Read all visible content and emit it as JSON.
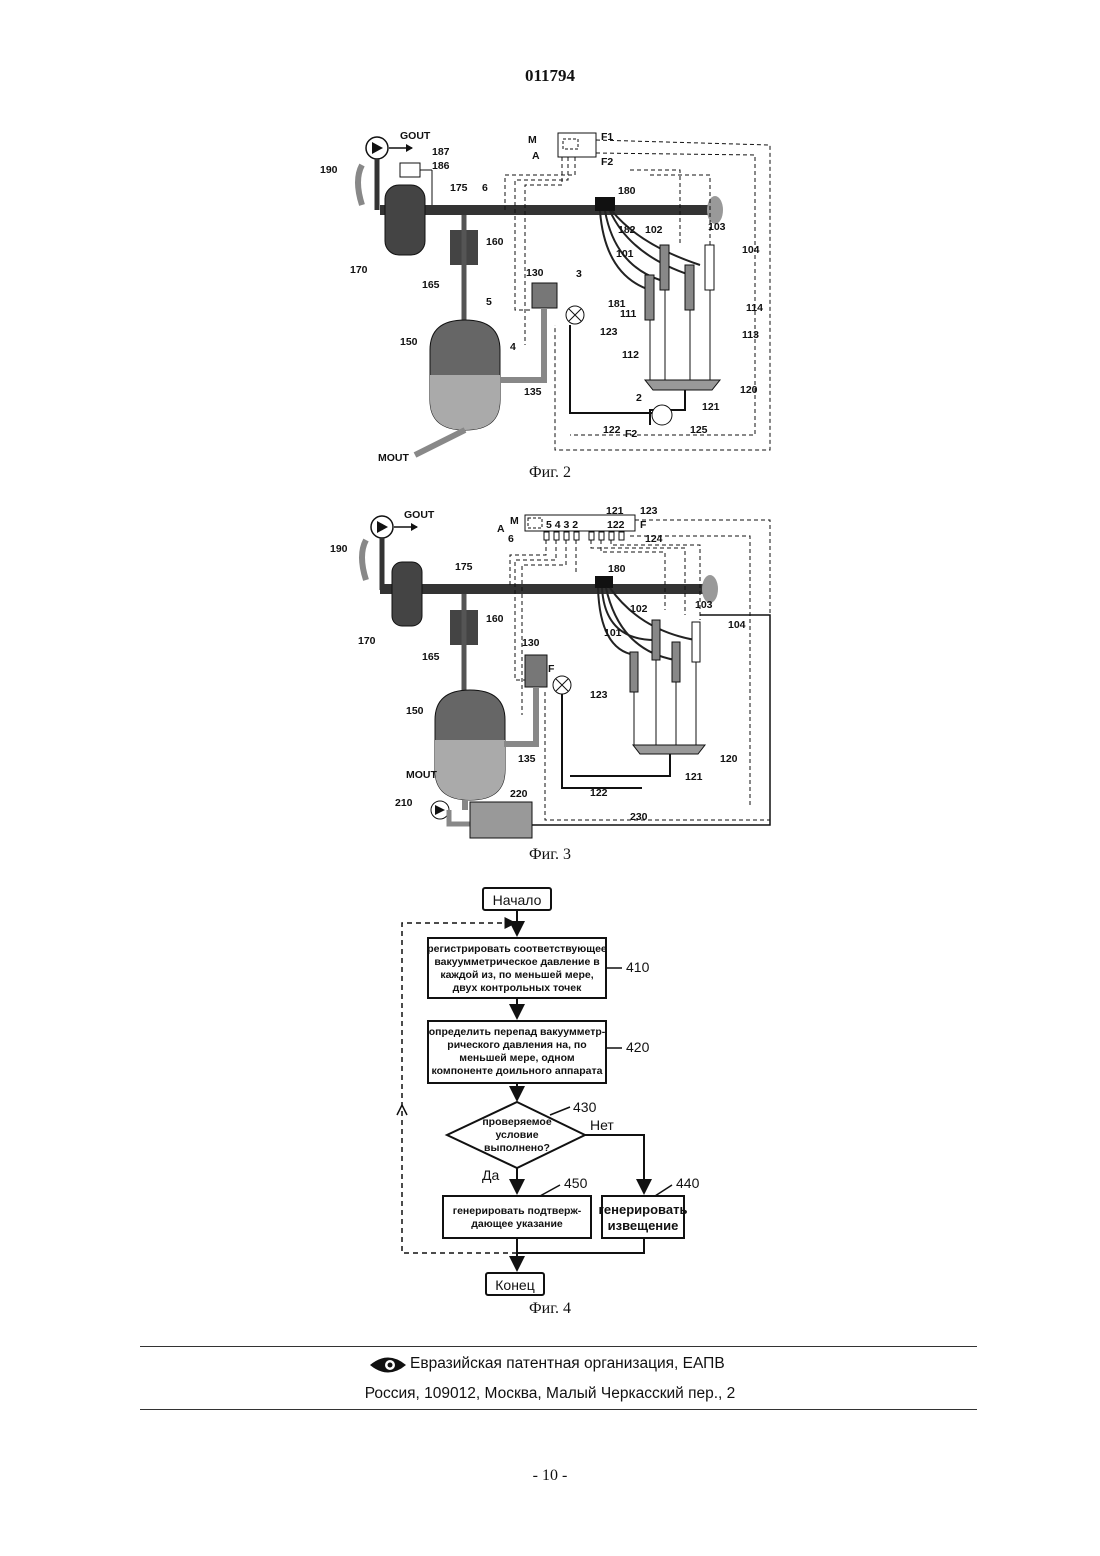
{
  "doc_number": "011794",
  "fig2": {
    "caption": "Фиг. 2",
    "labels": {
      "g_out": "GOUT",
      "m_out": "MOUT",
      "m": "M",
      "a": "A",
      "f1": "F1",
      "f2": "F2",
      "f2b": "F2",
      "n187": "187",
      "n186": "186",
      "n190": "190",
      "n175": "175",
      "n6": "6",
      "n180": "180",
      "n182": "182",
      "n102": "102",
      "n103": "103",
      "n104": "104",
      "n101": "101",
      "n170": "170",
      "n160": "160",
      "n165": "165",
      "n130": "130",
      "n3": "3",
      "n5": "5",
      "n181": "181",
      "n1_11": "111",
      "n1_14": "114",
      "n1_13": "113",
      "n123": "123",
      "n4": "4",
      "n150": "150",
      "n1_12": "112",
      "n120": "120",
      "n135": "135",
      "n2": "2",
      "n121": "121",
      "n122": "122",
      "n125": "125"
    }
  },
  "fig3": {
    "caption": "Фиг. 3",
    "labels": {
      "g_out": "GOUT",
      "m_out": "MOUT",
      "m": "M",
      "a": "A",
      "f": "F",
      "f_valve": "F",
      "n6": "6",
      "ctrl_nums": "5 4 3 2",
      "n1_21": "121",
      "n1_23": "123",
      "n1_22": "122",
      "n1_24": "124",
      "n190": "190",
      "n175": "175",
      "n180": "180",
      "n102": "102",
      "n103": "103",
      "n104": "104",
      "n101": "101",
      "n170": "170",
      "n160": "160",
      "n165": "165",
      "n130": "130",
      "n123": "123",
      "n150": "150",
      "n135": "135",
      "n120": "120",
      "n121": "121",
      "n122": "122",
      "n210": "210",
      "n220": "220",
      "n230": "230"
    }
  },
  "fig4": {
    "caption": "Фиг. 4",
    "start": "Начало",
    "end": "Конец",
    "box410": [
      "регистрировать соответствующее",
      "вакуумметрическое давление в",
      "каждой из, по меньшей мере,",
      "двух контрольных точек"
    ],
    "box420": [
      "определить перепад вакуумметр-",
      "рического давления на, по",
      "меньшей мере, одном",
      "компоненте   доильного аппарата"
    ],
    "diamond430": [
      "проверяемое",
      "условие",
      "выполнено?"
    ],
    "box450": [
      "генерировать подтверж-",
      "дающее указание"
    ],
    "box440": [
      "генерировать",
      "извещение"
    ],
    "yes": "Да",
    "no": "Нет",
    "n410": "410",
    "n420": "420",
    "n430": "430",
    "n450": "450",
    "n440": "440"
  },
  "footer": {
    "org": "Евразийская патентная организация, ЕАПВ",
    "address": "Россия, 109012, Москва, Малый Черкасский пер., 2"
  },
  "page_number": "- 10 -"
}
